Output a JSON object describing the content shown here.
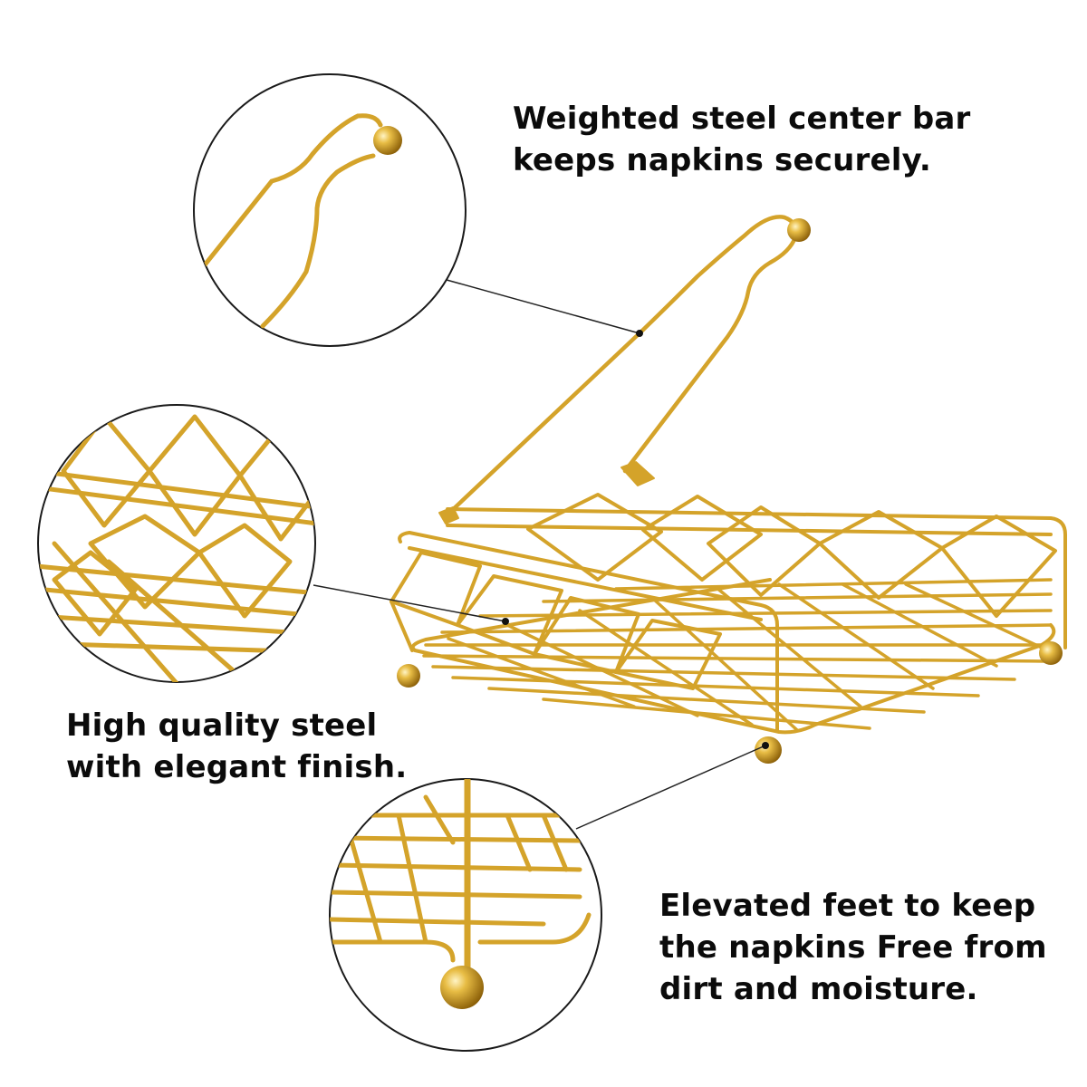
{
  "captions": {
    "center_bar": {
      "line1": "Weighted steel center bar",
      "line2": "keeps napkins securely."
    },
    "steel": {
      "line1": "High quality steel",
      "line2": "with elegant finish."
    },
    "feet": {
      "line1": "Elevated feet to keep",
      "line2": "the napkins Free from",
      "line3": "dirt and moisture."
    }
  },
  "colors": {
    "gold": "#d4a32a",
    "gold_dark": "#a5770f",
    "gold_light": "#f6d770",
    "callout_line": "#222222",
    "circle_outline": "#1a1a1a",
    "text": "#0b0b0b"
  }
}
